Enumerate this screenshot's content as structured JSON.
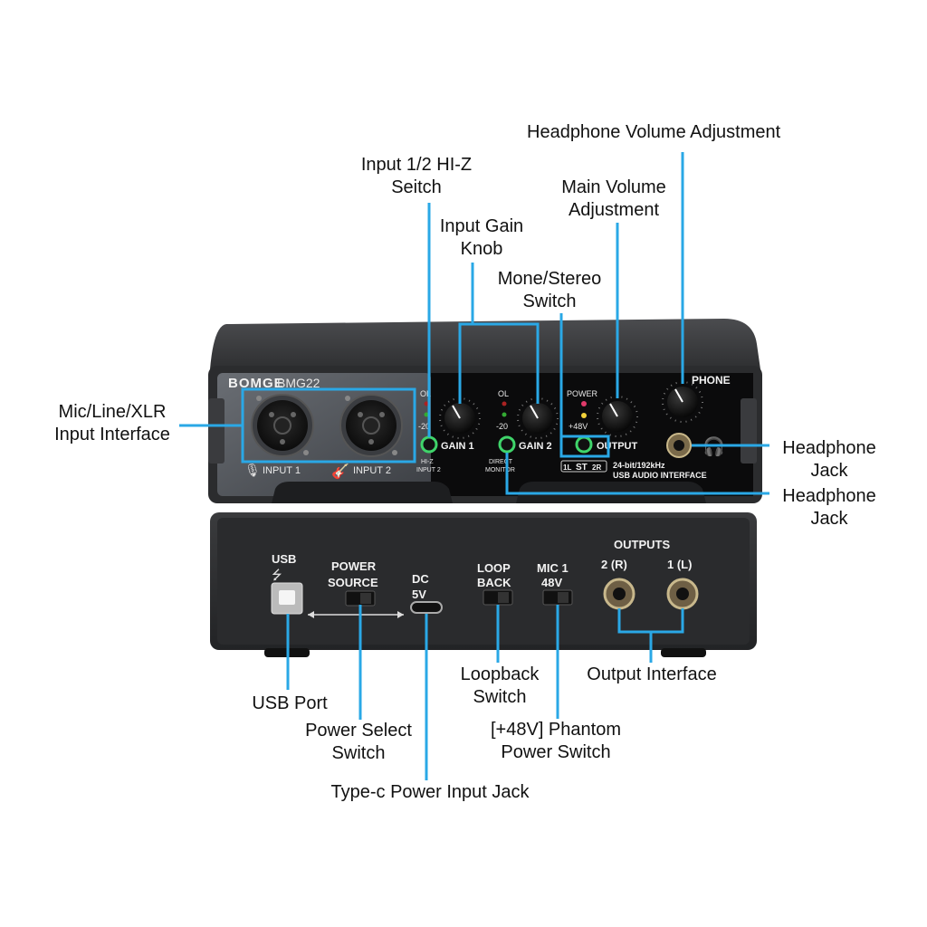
{
  "device": {
    "brand": "BOMGE",
    "model": "BMG22",
    "front": {
      "input1_label": "INPUT 1",
      "input2_label": "INPUT 2",
      "ol_label": "OL",
      "minus20_label": "-20",
      "gain1_label": "GAIN 1",
      "gain2_label": "GAIN 2",
      "hiz_line1": "HI-Z",
      "hiz_line2": "INPUT 2",
      "direct_line1": "DIRECT",
      "direct_line2": "MONITOR",
      "power_label": "POWER",
      "phantom_label": "+48V",
      "output_label": "OUTPUT",
      "phone_label": "PHONE",
      "mono_left": "1L",
      "mono_mid": "ST",
      "mono_right": "2R",
      "spec_line1": "24-bit/192kHz",
      "spec_line2": "USB AUDIO INTERFACE"
    },
    "rear": {
      "usb_label": "USB",
      "power_source_line1": "POWER",
      "power_source_line2": "SOURCE",
      "dc_line1": "DC",
      "dc_line2": "5V",
      "loop_line1": "LOOP",
      "loop_line2": "BACK",
      "mic_line1": "MIC 1",
      "mic_line2": "48V",
      "outputs_label": "OUTPUTS",
      "out2_label": "2 (R)",
      "out1_label": "1 (L)"
    }
  },
  "callouts": {
    "headphone_volume": [
      "Headphone Volume Adjustment"
    ],
    "hiz_switch": [
      "Input 1/2 HI-Z",
      "Seitch"
    ],
    "main_volume": [
      "Main Volume",
      "Adjustment"
    ],
    "input_gain": [
      "Input Gain",
      "Knob"
    ],
    "mono_stereo": [
      "Mone/Stereo",
      "Switch"
    ],
    "mic_line_xlr": [
      "Mic/Line/XLR",
      "Input Interface"
    ],
    "headphone_jack_1": [
      "Headphone",
      "Jack"
    ],
    "headphone_jack_2": [
      "Headphone",
      "Jack"
    ],
    "usb_port": [
      "USB Port"
    ],
    "power_select": [
      "Power Select",
      "Switch"
    ],
    "type_c": [
      "Type-c Power Input Jack"
    ],
    "loopback": [
      "Loopback",
      "Switch"
    ],
    "phantom": [
      "[+48V] Phantom",
      "Power Switch"
    ],
    "output_interface": [
      "Output Interface"
    ]
  },
  "colors": {
    "callout_line": "#2aa8e6",
    "led_ring": "#3fd46a",
    "body": "#2b2c2e",
    "panel_black": "#0b0b0c",
    "panel_grey": "#4a4d52"
  }
}
